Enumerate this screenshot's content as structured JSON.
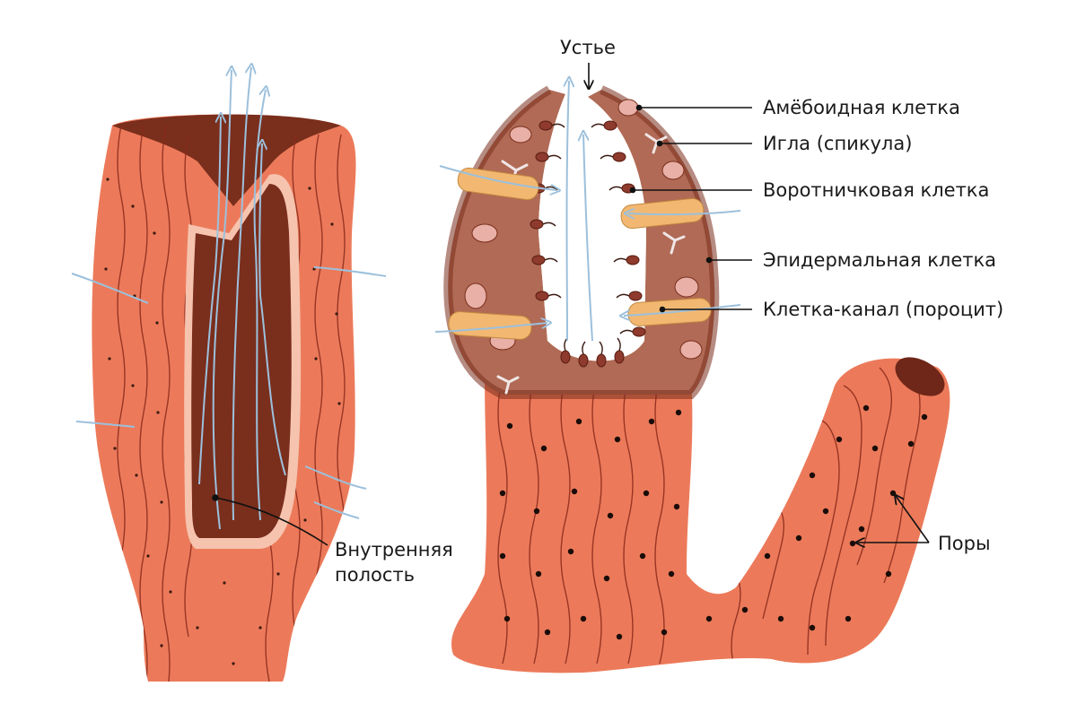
{
  "labels": {
    "mouth": "Устье",
    "amoeboid": "Амёбоидная клетка",
    "spicule": "Игла (спикула)",
    "collar": "Воротничковая клетка",
    "epidermal": "Эпидермальная клетка",
    "porocyte": "Клетка-канал (пороцит)",
    "cavity_line1": "Внутренняя",
    "cavity_line2": "полость",
    "pores": "Поры"
  },
  "colors": {
    "body": "#ec7a5a",
    "body_dark": "#c95e44",
    "cavity": "#7a2e1c",
    "cavity_rim": "#f6c3ae",
    "wall_inner": "#b06a55",
    "canal": "#f2b872",
    "water_flow": "#9cc0dc",
    "line": "#8a2a1c",
    "pore": "#2a1410"
  },
  "icons": [
    "water-flow-arrow",
    "pointer-line"
  ]
}
